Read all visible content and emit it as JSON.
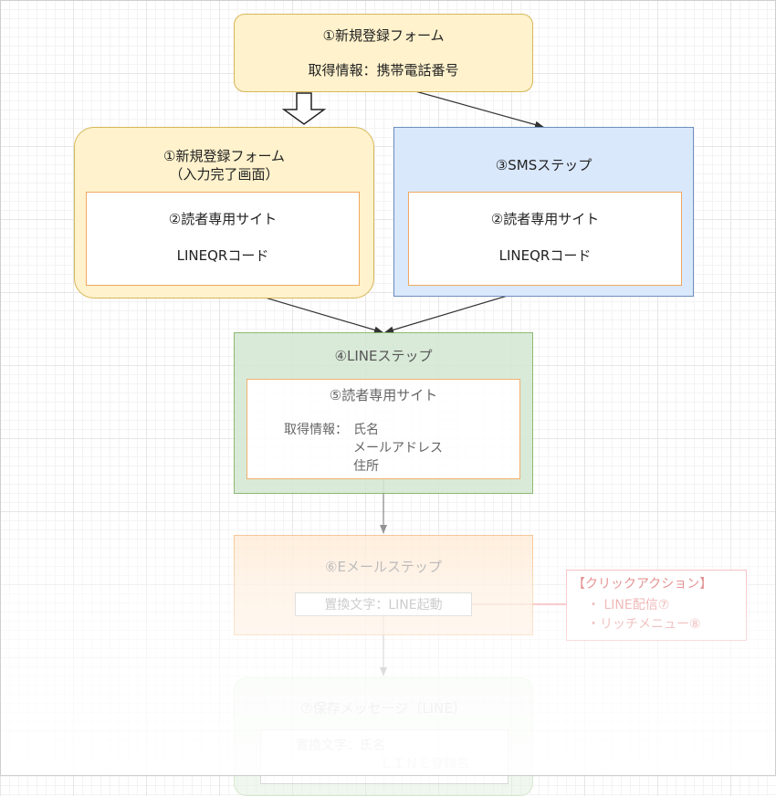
{
  "nodes": {
    "form": {
      "title": "①新規登録フォーム",
      "info": "取得情報：携帯電話番号"
    },
    "form_complete": {
      "title_line1": "①新規登録フォーム",
      "title_line2": "（入力完了画面）",
      "inner_title": "②読者専用サイト",
      "inner_sub": "LINEQRコード"
    },
    "sms_step": {
      "title": "③SMSステップ",
      "inner_title": "②読者専用サイト",
      "inner_sub": "LINEQRコード"
    },
    "line_step": {
      "title": "④LINEステップ",
      "inner_title": "⑤読者専用サイト",
      "info_label": "取得情報：",
      "info_items": [
        "氏名",
        "メールアドレス",
        "住所"
      ]
    },
    "email_step": {
      "title": "⑥Eメールステップ",
      "replace_text": "置換文字：LINE起動"
    },
    "click_action": {
      "title": "【クリックアクション】",
      "items": [
        "・ LINE配信⑦",
        "・リッチメニュー⑧"
      ]
    },
    "saved_message": {
      "title": "⑦保存メッセージ（LINE）",
      "replace_text": "置換文字：氏名",
      "extra_text": "ＬＩＮＥ登録名"
    }
  },
  "colors": {
    "yellow_border": "#d6b656",
    "yellow_fill": "#fff2cc",
    "blue_border": "#6c8ebf",
    "blue_fill": "#dae8fc",
    "green_border": "#82b366",
    "green_fill": "#d5e8d4",
    "orange_border": "#f0a860",
    "orange_fill": "#ffe6cc",
    "red_border": "#e85a5a",
    "red_text": "#d04040",
    "grid": "#e6e6e6"
  }
}
